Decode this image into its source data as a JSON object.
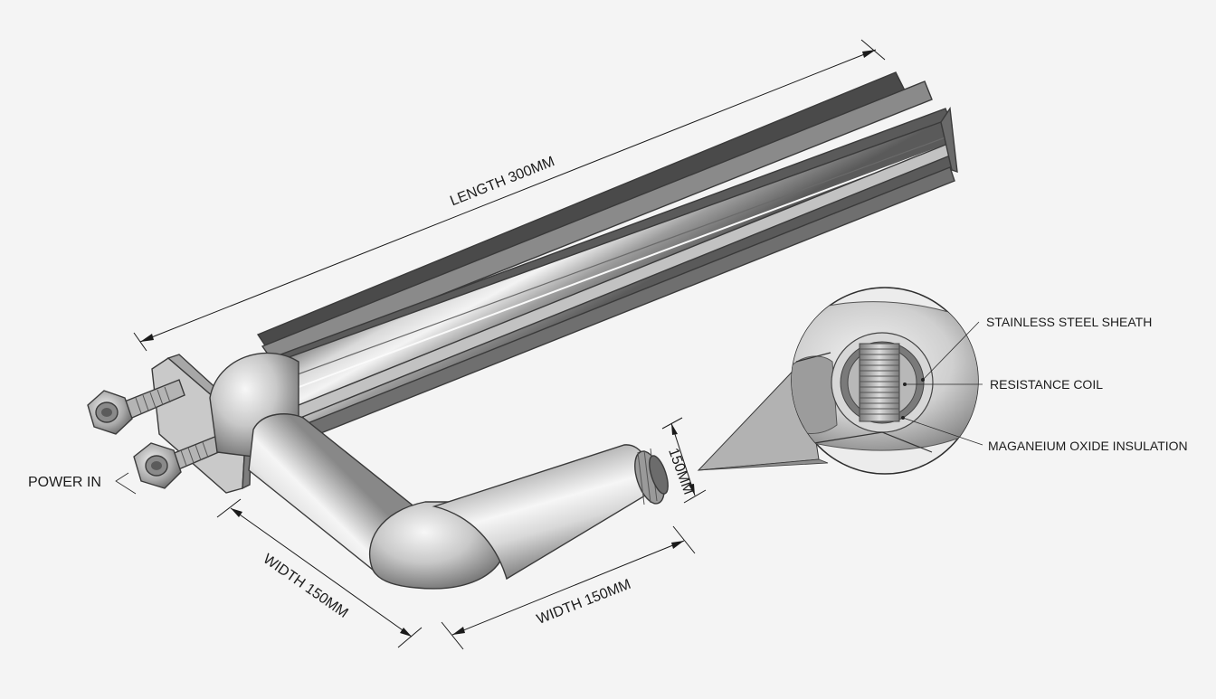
{
  "dimensions": {
    "length": "LENGTH 300MM",
    "width_left": "WIDTH 150MM",
    "width_bottom": "WIDTH 150MM",
    "end_diameter": "150MM"
  },
  "labels": {
    "power_in": "POWER IN"
  },
  "detail_callouts": {
    "sheath": "STAINLESS STEEL SHEATH",
    "coil": "RESISTANCE COIL",
    "insulation": "MAGANEIUM OXIDE INSULATION"
  }
}
